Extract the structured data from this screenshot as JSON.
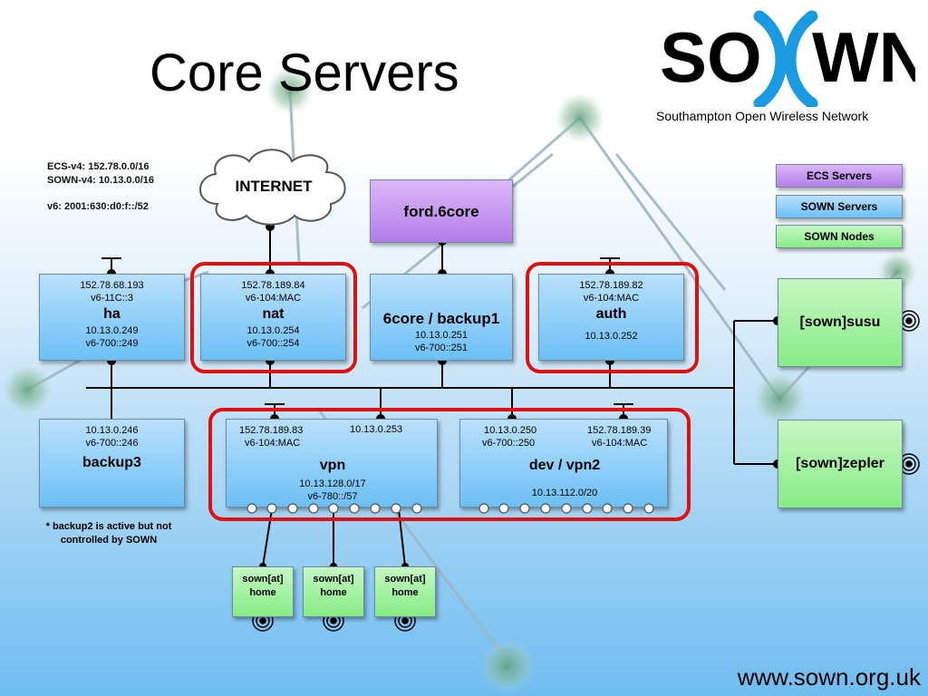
{
  "slide": {
    "title": "Core Servers",
    "logo_text_left": "SO",
    "logo_text_right": "WN",
    "logo_subtitle": "Southampton Open Wireless Network",
    "url": "www.sown.org.uk"
  },
  "network_info": {
    "ecs_v4": "ECS-v4: 152.78.0.0/16",
    "sown_v4": "SOWN-v4: 10.13.0.0/16",
    "v6": "v6: 2001:630:d0:f::/52"
  },
  "legend": {
    "ecs": "ECS Servers",
    "sown": "SOWN Servers",
    "nodes": "SOWN Nodes"
  },
  "internet": "INTERNET",
  "servers": {
    "ford": {
      "name": "ford.6core"
    },
    "ha": {
      "line1": "152.78.68.193",
      "line2": "v6-11C::3",
      "name": "ha",
      "line3": "10.13.0.249",
      "line4": "v6-700::249"
    },
    "nat": {
      "line1": "152.78.189.84",
      "line2": "v6-104:MAC",
      "name": "nat",
      "line3": "10.13.0.254",
      "line4": "v6-700::254"
    },
    "backup1": {
      "name": "6core / backup1",
      "line3": "10.13.0.251",
      "line4": "v6-700::251"
    },
    "auth": {
      "line1": "152.78.189.82",
      "line2": "v6-104:MAC",
      "name": "auth",
      "line3": "10.13.0.252"
    },
    "backup3": {
      "line1": "10.13.0.246",
      "line2": "v6-700::246",
      "name": "backup3"
    },
    "vpn": {
      "left1": "152.78.189.83",
      "left2": "v6-104:MAC",
      "right1": "10.13.0.253",
      "name": "vpn",
      "line3": "10.13.128.0/17",
      "line4": "v6-780::/57"
    },
    "dev": {
      "left1": "10.13.0.250",
      "left2": "v6-700::250",
      "right1": "152.78.189.39",
      "right2": "v6-104:MAC",
      "name": "dev / vpn2",
      "line3": "10.13.112.0/20"
    }
  },
  "nodes": {
    "susu": "[sown]susu",
    "zepler": "[sown]zepler",
    "home_line1": "sown[at]",
    "home_line2": "home"
  },
  "footnote": {
    "line1": "* backup2 is active but not",
    "line2": "controlled by SOWN"
  },
  "colors": {
    "ecs_server": "#b17ee8",
    "sown_server": "#6cc0f5",
    "sown_node": "#86ec84",
    "highlight": "#e01010"
  }
}
